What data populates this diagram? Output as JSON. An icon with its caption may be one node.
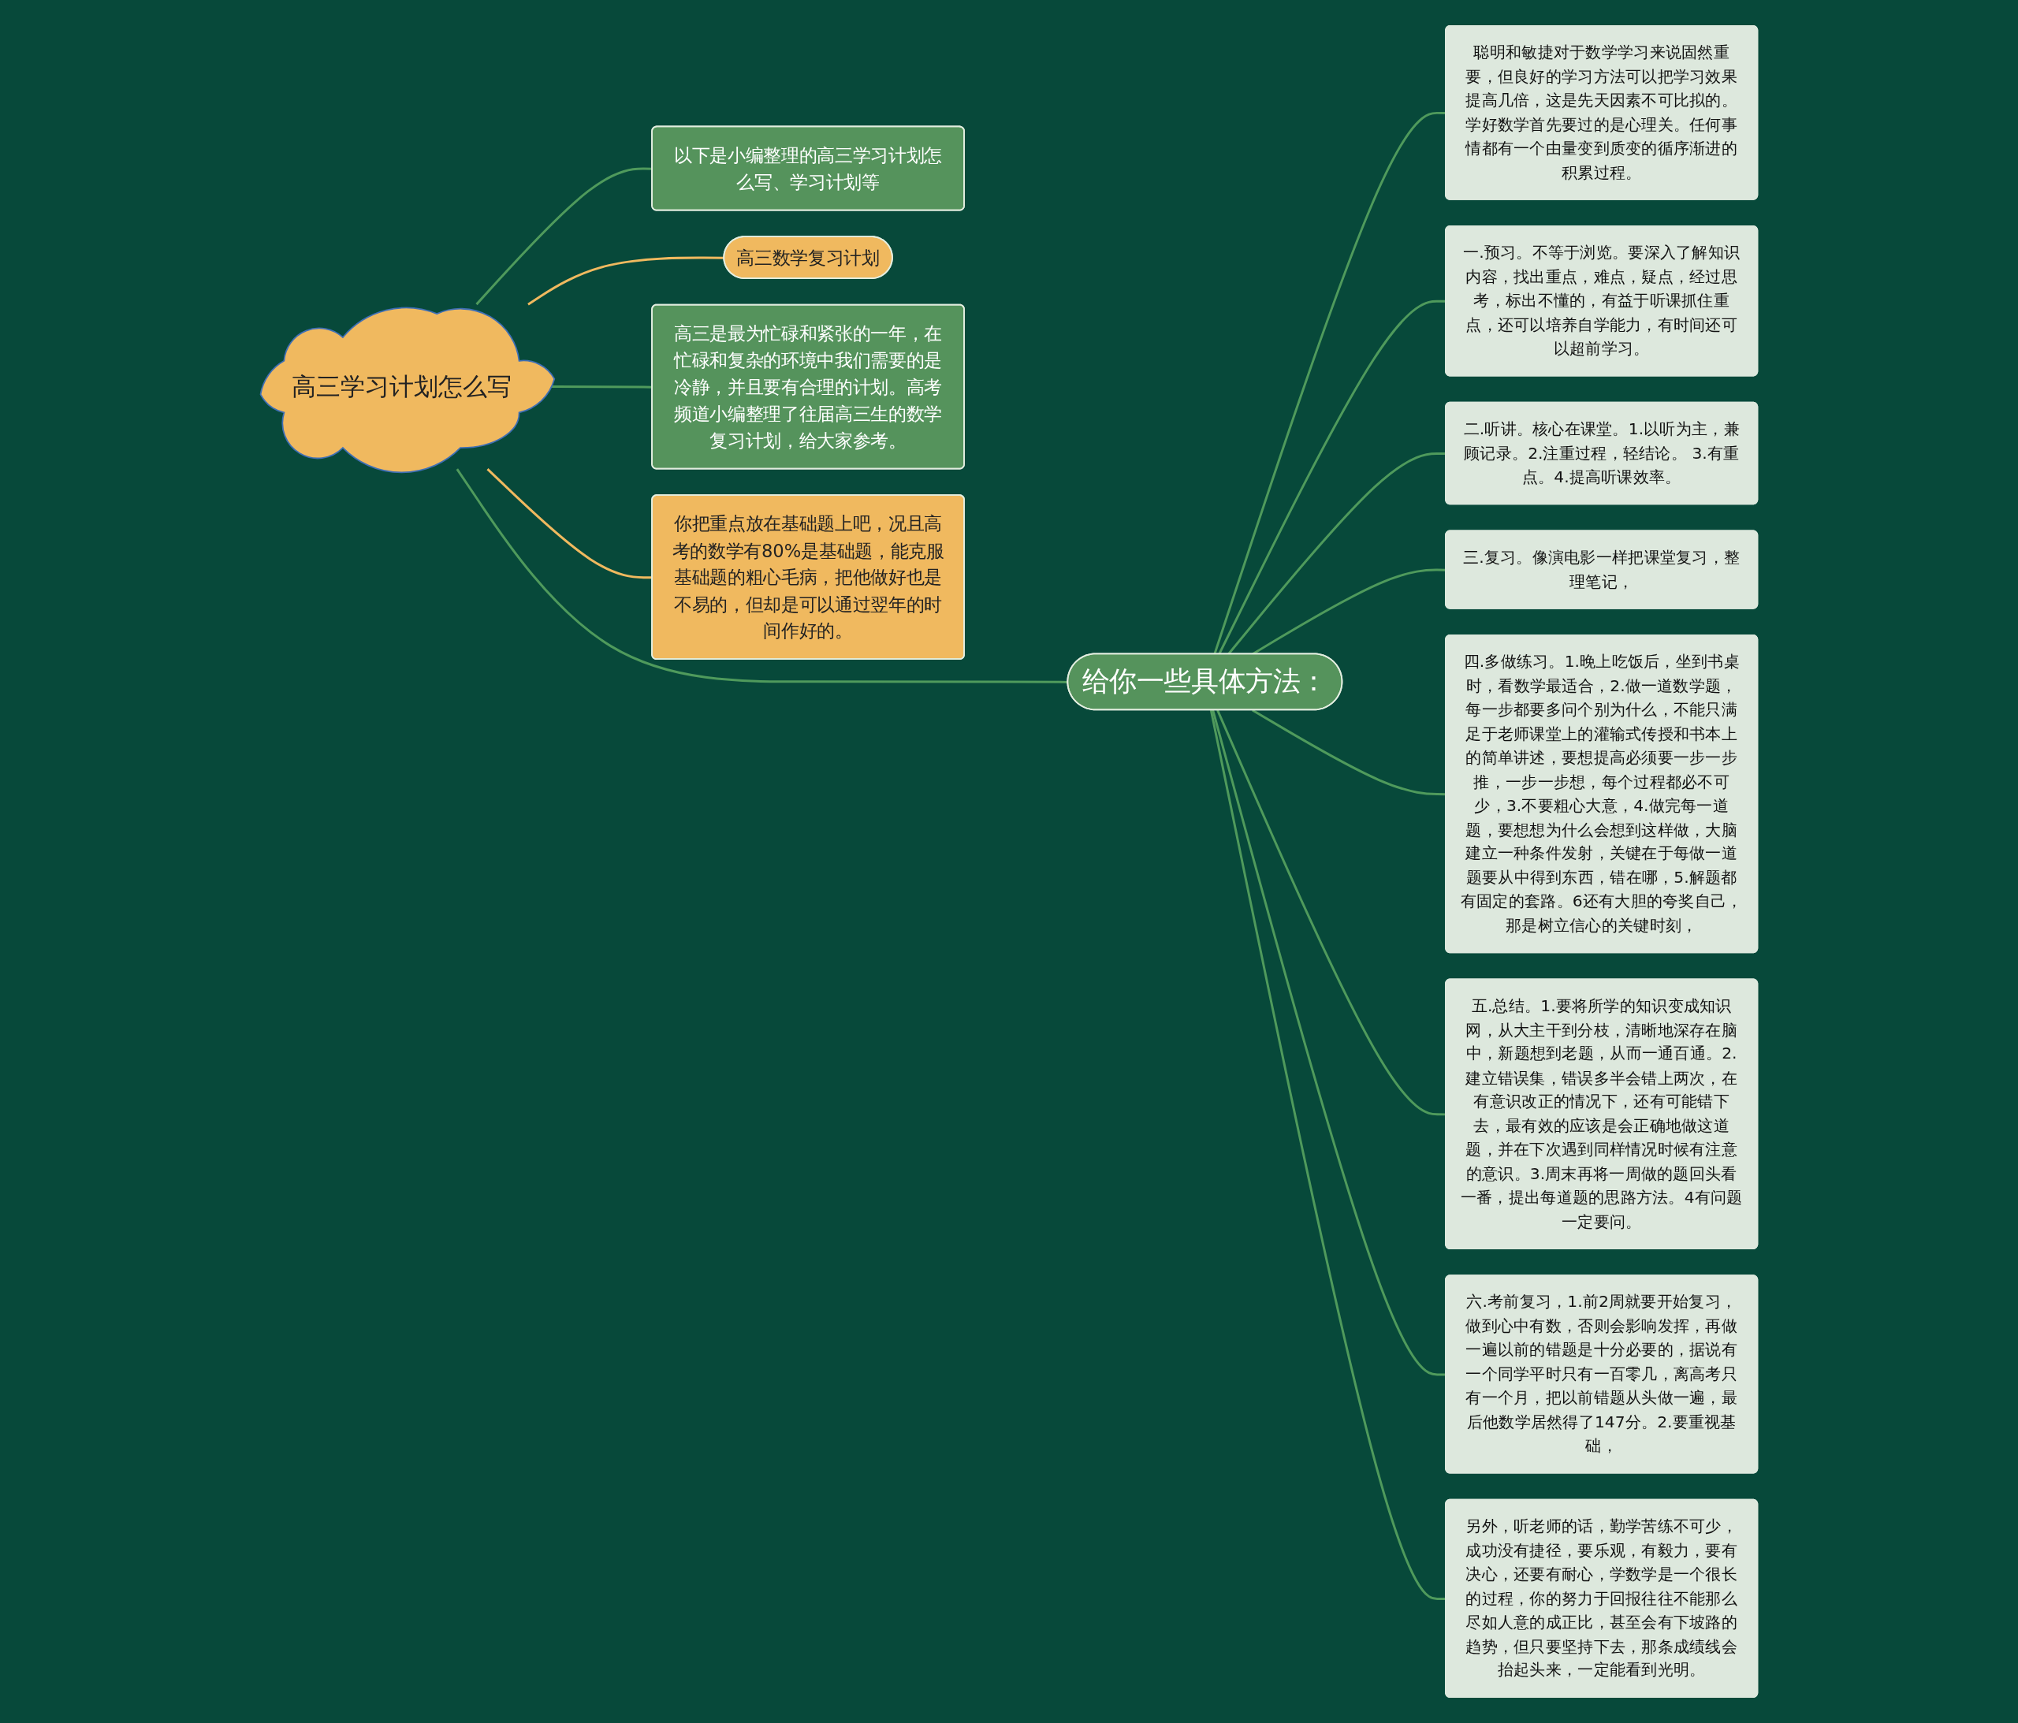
{
  "diagram": {
    "nodes": [
      {
        "text": [
          "高三学习计划怎么写"
        ]
      },
      {
        "text": [
          "以下是小编整理的高三学习计划怎么写、学习计划等"
        ]
      },
      {
        "text": [
          "高三数学复习计划"
        ]
      },
      {
        "text": [
          "高三是最为忙碌和紧张的一年，在忙碌和复杂的环境中我们需要的是冷静，并且要有合理的计划。高考频道小编整理了往届高三生的数学复习计划，给大家参考。"
        ]
      },
      {
        "text": [
          "你把重点放在基础题上吧，况且高考的数学有80%是基础题，能克服基础题的粗心毛病，把他做好也是不易的，但却是可以通过翌年的时间作好的。"
        ]
      },
      {
        "text": [
          "给你一些具体方法："
        ]
      },
      {
        "text": [
          "聪明和敏捷对于数学学习来说固然重要，但良好的学习方法可以把学习效果提高几倍，这是先天因素不可比拟的。学好数学首先要过的是心理关。任何事情都有一个由量变到质变的循序渐进的积累过程。"
        ]
      },
      {
        "text": [
          "一.预习。不等于浏览。要深入了解知识内容，找出重点，难点，疑点，经过思考，标出不懂的，有益于听课抓住重点，还可以培养自学能力，有时间还可以超前学习。"
        ]
      },
      {
        "text": [
          "二.听讲。核心在课堂。1.以听为主，兼顾记录。2.注重过程，轻结论。 3.有重点。4.提高听课效率。"
        ]
      },
      {
        "text": [
          "三.复习。像演电影一样把课堂复习，整理笔记，"
        ]
      },
      {
        "text": [
          "四.多做练习。1.晚上吃饭后，坐到书桌时，看数学最适合，2.做一道数学题，每一步都要多问个别为什么，不能只满足于老师课堂上的灌输式传授和书本上的简单讲述，要想提高必须要一步一步推，一步一步想，每个过程都必不可少，3.不要粗心大意，4.做完每一道题，要想想为什么会想到这样做，大脑建立一种条件发射，关键在于每做一道题要从中得到东西，错在哪，5.解题都有固定的套路。6还有大胆的夸奖自己，那是树立信心的关键时刻，"
        ]
      },
      {
        "text": [
          "五.总结。1.要将所学的知识变成知识网，从大主干到分枝，清晰地深存在脑中，新题想到老题，从而一通百通。2.建立错误集，错误多半会错上两次，在有意识改正的情况下，还有可能错下去，最有效的应该是会正确地做这道题，并在下次遇到同样情况时候有注意的意识。3.周末再将一周做的题回头看一番，提出每道题的思路方法。4有问题一定要问。"
        ]
      },
      {
        "text": [
          "六.考前复习，1.前2周就要开始复习，做到心中有数，否则会影响发挥，再做一遍以前的错题是十分必要的，据说有一个同学平时只有一百零几，离高考只有一个月，把以前错题从头做一遍，最后他数学居然得了147分。2.要重视基础，"
        ]
      },
      {
        "text": [
          "另外，听老师的话，勤学苦练不可少，成功没有捷径，要乐观，有毅力，要有决心，还要有耐心，学数学是一个很长的过程，你的努力于回报往往不能那么尽如人意的成正比，甚至会有下坡路的趋势，但只要坚持下去，那条成绩线会抬起头来，一定能看到光明。"
        ]
      }
    ],
    "edges": [
      {
        "from": 0,
        "to": 1,
        "arrow": "none"
      },
      {
        "from": 0,
        "to": 2,
        "arrow": "none",
        "color": "#f0b95f"
      },
      {
        "from": 0,
        "to": 5,
        "arrow": "none"
      },
      {
        "from": 0,
        "to": 3,
        "arrow": "none"
      },
      {
        "from": 0,
        "to": 4,
        "arrow": "none",
        "color": "#f0b95f"
      },
      {
        "from": 5,
        "to": 6,
        "arrow": "none"
      },
      {
        "from": 5,
        "to": 7,
        "arrow": "none"
      },
      {
        "from": 5,
        "to": 8,
        "arrow": "none"
      },
      {
        "from": 5,
        "to": 9,
        "arrow": "none"
      },
      {
        "from": 5,
        "to": 10,
        "arrow": "none"
      },
      {
        "from": 5,
        "to": 11,
        "arrow": "none"
      },
      {
        "from": 5,
        "to": 12,
        "arrow": "none"
      },
      {
        "from": 5,
        "to": 13,
        "arrow": "none"
      }
    ]
  }
}
